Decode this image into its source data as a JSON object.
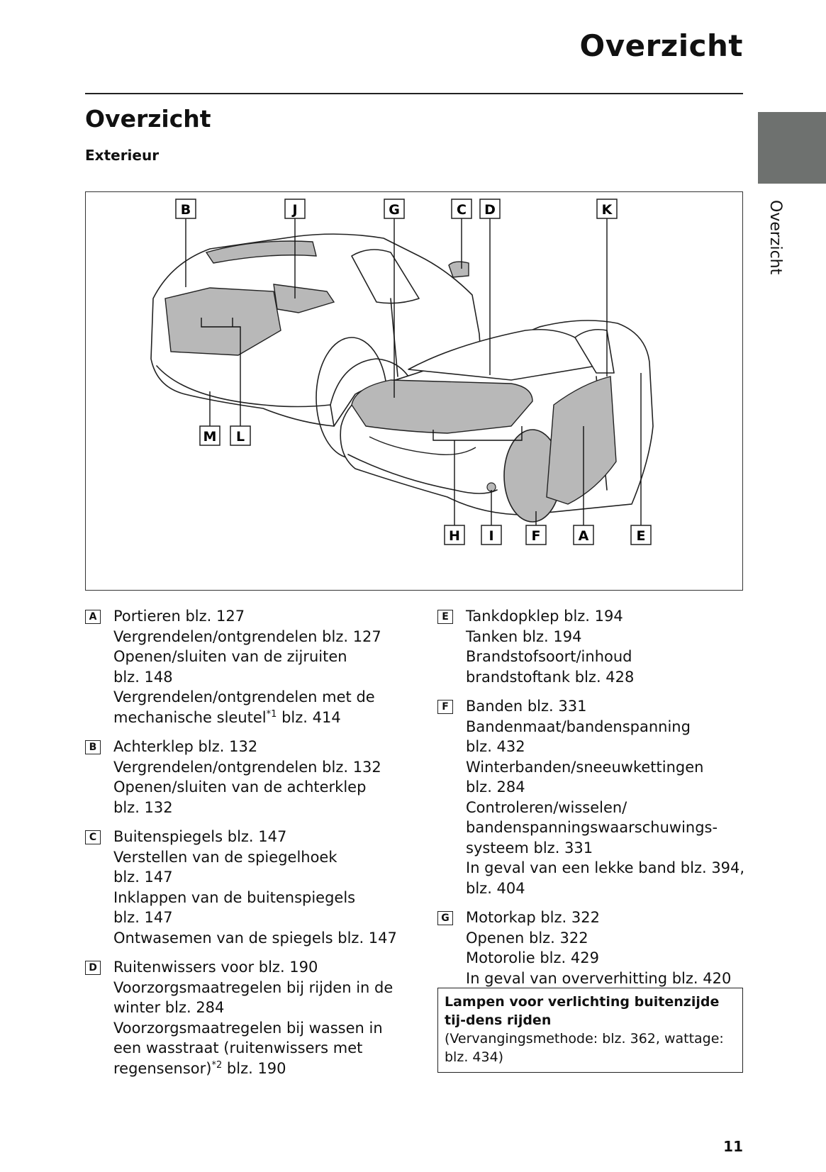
{
  "header": {
    "title": "Overzicht"
  },
  "section_title": "Overzicht",
  "subsection_title": "Exterieur",
  "side_tab": {
    "label": "Overzicht"
  },
  "diagram": {
    "callouts": [
      "B",
      "J",
      "G",
      "C",
      "D",
      "K",
      "M",
      "L",
      "H",
      "I",
      "F",
      "A",
      "E"
    ]
  },
  "entries_left": [
    {
      "letter": "A",
      "lines": [
        "Portieren blz. 127",
        "Vergrendelen/ontgrendelen blz. 127",
        "Openen/sluiten van de zijruiten",
        "blz. 148",
        "Vergrendelen/ontgrendelen met de"
      ],
      "sup_line": {
        "before": "mechanische sleutel",
        "sup": "*1",
        "after": " blz. 414"
      }
    },
    {
      "letter": "B",
      "lines": [
        "Achterklep blz. 132",
        "Vergrendelen/ontgrendelen blz. 132",
        "Openen/sluiten van de achterklep",
        "blz. 132"
      ]
    },
    {
      "letter": "C",
      "lines": [
        "Buitenspiegels blz. 147",
        "Verstellen van de spiegelhoek",
        "blz. 147",
        "Inklappen van de buitenspiegels",
        "blz. 147",
        "Ontwasemen van de spiegels blz. 147"
      ]
    },
    {
      "letter": "D",
      "lines": [
        "Ruitenwissers voor blz. 190",
        "Voorzorgsmaatregelen bij rijden in de",
        "winter blz. 284",
        "Voorzorgsmaatregelen bij wassen in",
        "een wasstraat (ruitenwissers met"
      ],
      "sup_line": {
        "before": "regensensor)",
        "sup": "*2",
        "after": " blz. 190"
      }
    }
  ],
  "entries_right": [
    {
      "letter": "E",
      "lines": [
        "Tankdopklep blz. 194",
        "Tanken blz. 194",
        "Brandstofsoort/inhoud",
        "brandstoftank blz. 428"
      ]
    },
    {
      "letter": "F",
      "lines": [
        "Banden blz. 331",
        "Bandenmaat/bandenspanning",
        "blz. 432",
        "Winterbanden/sneeuwkettingen",
        "blz. 284",
        "Controleren/wisselen/",
        "bandenspanningswaarschuwings-",
        "systeem blz. 331",
        "In geval van een lekke band blz. 394,",
        "blz. 404"
      ]
    },
    {
      "letter": "G",
      "lines": [
        "Motorkap blz. 322",
        "Openen blz. 322",
        "Motorolie blz. 429",
        "In geval van oververhitting blz. 420"
      ]
    }
  ],
  "note": {
    "title": "Lampen voor verlichting buitenzijde tij-dens rijden",
    "body": "(Vervangingsmethode: blz. 362, wattage: blz. 434)"
  },
  "page_number": "11"
}
